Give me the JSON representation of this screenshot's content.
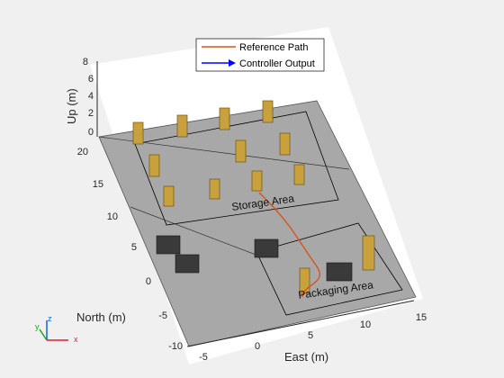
{
  "legend": {
    "entries": [
      {
        "label": "Reference Path",
        "color": "#d95319"
      },
      {
        "label": "Controller Output",
        "color": "#0000ff"
      }
    ]
  },
  "axes": {
    "up_label": "Up (m)",
    "north_label": "North (m)",
    "east_label": "East (m)",
    "up_ticks": [
      "8",
      "6",
      "4",
      "2",
      "0"
    ],
    "north_ticks": [
      "20",
      "15",
      "10",
      "5",
      "0",
      "-5",
      "-10"
    ],
    "east_ticks": [
      "-5",
      "0",
      "5",
      "10",
      "15"
    ]
  },
  "areas": {
    "storage": "Storage Area",
    "packaging": "Packaging Area"
  },
  "triad": {
    "x": "x",
    "y": "y",
    "z": "z"
  },
  "colors": {
    "floor": "#a8a8a8",
    "shelf": "#c8a03c",
    "machine": "#3a3a3a",
    "path": "#d95319"
  }
}
